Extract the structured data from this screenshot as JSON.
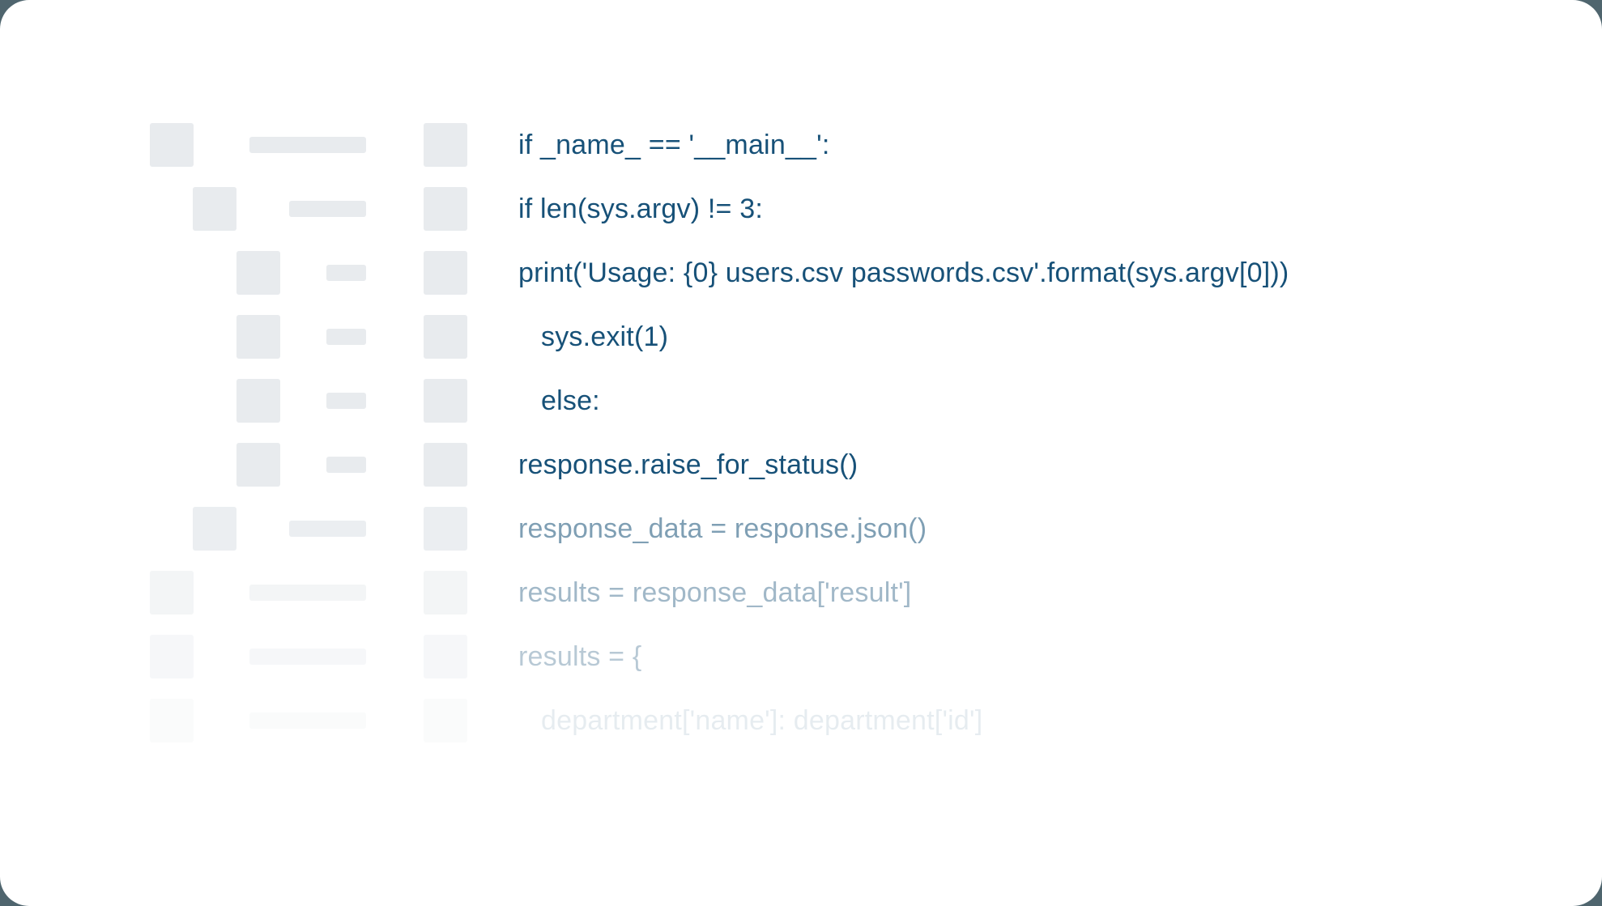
{
  "colors": {
    "page_background": "#4f656e",
    "card_background": "#ffffff",
    "code_text": "#175178",
    "skeleton_fill": "#e8ebee"
  },
  "code_lines": [
    {
      "text": "if _name_ == '__main__':",
      "code_indent": 0,
      "skeleton_indent": 0,
      "text_opacity": 1,
      "skeleton_opacity": 1
    },
    {
      "text": "if len(sys.argv) != 3:",
      "code_indent": 0,
      "skeleton_indent": 1,
      "text_opacity": 1,
      "skeleton_opacity": 1
    },
    {
      "text": "print('Usage: {0} users.csv passwords.csv'.format(sys.argv[0]))",
      "code_indent": 0,
      "skeleton_indent": 2,
      "text_opacity": 1,
      "skeleton_opacity": 1
    },
    {
      "text": "sys.exit(1)",
      "code_indent": 1,
      "skeleton_indent": 2,
      "text_opacity": 1,
      "skeleton_opacity": 1
    },
    {
      "text": "else:",
      "code_indent": 1,
      "skeleton_indent": 2,
      "text_opacity": 1,
      "skeleton_opacity": 1
    },
    {
      "text": "response.raise_for_status()",
      "code_indent": 0,
      "skeleton_indent": 2,
      "text_opacity": 1,
      "skeleton_opacity": 1
    },
    {
      "text": "response_data = response.json()",
      "code_indent": 0,
      "skeleton_indent": 1,
      "text_opacity": 0.55,
      "skeleton_opacity": 0.85
    },
    {
      "text": "results = response_data['result']",
      "code_indent": 0,
      "skeleton_indent": 0,
      "text_opacity": 0.4,
      "skeleton_opacity": 0.5
    },
    {
      "text": "results = {",
      "code_indent": 0,
      "skeleton_indent": 0,
      "text_opacity": 0.3,
      "skeleton_opacity": 0.38
    },
    {
      "text": "department['name']: department['id']",
      "code_indent": 1,
      "skeleton_indent": 0,
      "text_opacity": 0.1,
      "skeleton_opacity": 0.22
    }
  ]
}
